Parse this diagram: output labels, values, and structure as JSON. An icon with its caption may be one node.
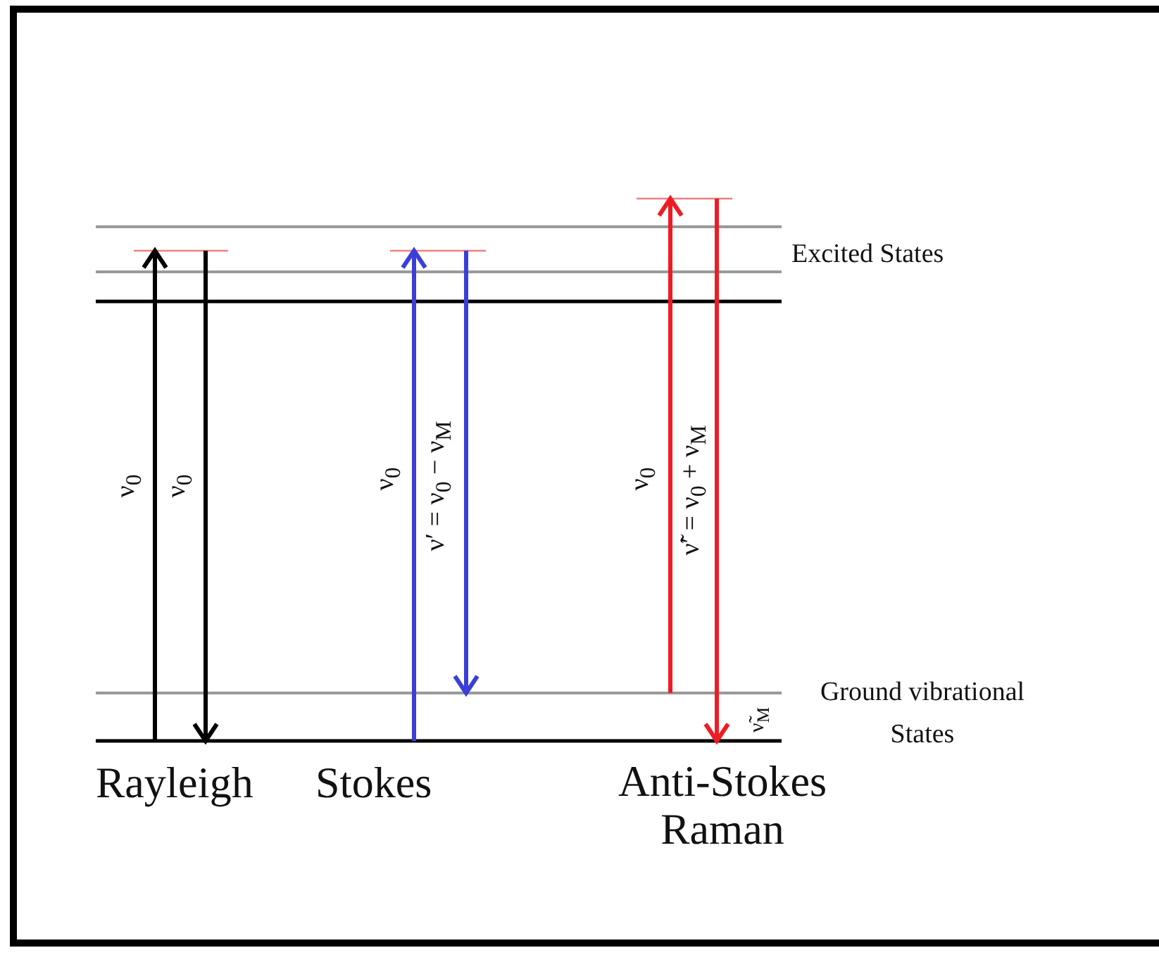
{
  "diagram": {
    "labels": [
      "Excited States",
      "ν$_{0}$",
      "ν$_{0}$",
      "ν$_{0}$",
      "ν′ = ν$_{0}$ − ν$_{M}$",
      "ν$_{0}$",
      "ν̃′ = ν$_{0}$ + ν$_{M}$",
      "Ground vibrational States",
      "ν̃$_{M}$",
      "Rayleigh",
      "Stokes",
      "Anti-Stokes Raman"
    ]
  }
}
